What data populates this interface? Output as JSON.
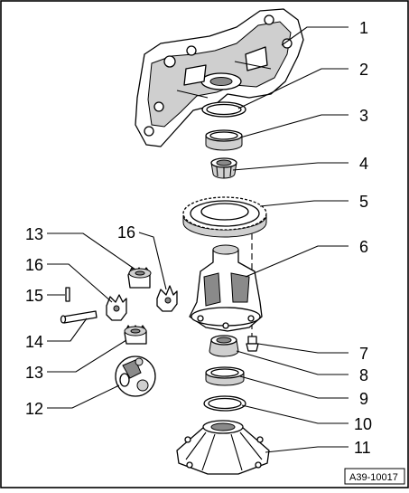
{
  "diagram": {
    "reference_code": "A39-10017",
    "callouts": [
      {
        "key": "c1",
        "label": "1"
      },
      {
        "key": "c2",
        "label": "2"
      },
      {
        "key": "c3",
        "label": "3"
      },
      {
        "key": "c4",
        "label": "4"
      },
      {
        "key": "c5",
        "label": "5"
      },
      {
        "key": "c6",
        "label": "6"
      },
      {
        "key": "c7",
        "label": "7"
      },
      {
        "key": "c8",
        "label": "8"
      },
      {
        "key": "c9",
        "label": "9"
      },
      {
        "key": "c10",
        "label": "10"
      },
      {
        "key": "c11",
        "label": "11"
      },
      {
        "key": "c12",
        "label": "12"
      },
      {
        "key": "c13a",
        "label": "13"
      },
      {
        "key": "c13b",
        "label": "13"
      },
      {
        "key": "c14",
        "label": "14"
      },
      {
        "key": "c15",
        "label": "15"
      },
      {
        "key": "c16a",
        "label": "16"
      },
      {
        "key": "c16b",
        "label": "16"
      }
    ],
    "colors": {
      "line": "#000000",
      "background": "#ffffff",
      "shade": "#cfcfcf"
    }
  }
}
